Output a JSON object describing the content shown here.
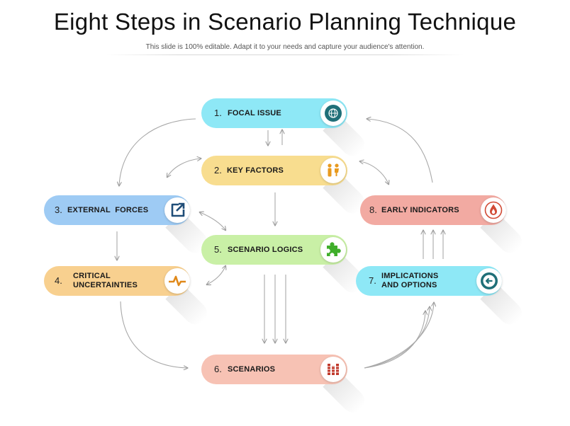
{
  "title": "Eight Steps in Scenario Planning Technique",
  "subtitle": "This slide is 100% editable. Adapt it to your needs and capture your audience's attention.",
  "steps": [
    {
      "num": "1.",
      "label": "FOCAL ISSUE",
      "icon": "globe-icon",
      "color": "#8ee8f6"
    },
    {
      "num": "2.",
      "label": "KEY FACTORS",
      "icon": "people-icon",
      "color": "#f8dd8f"
    },
    {
      "num": "3.",
      "label": "EXTERNAL  FORCES",
      "icon": "external-link-icon",
      "color": "#9ecbf4"
    },
    {
      "num": "4.",
      "label_line1": "CRITICAL",
      "label_line2": "UNCERTAINTIES",
      "icon": "pulse-icon",
      "color": "#f8d08f"
    },
    {
      "num": "5.",
      "label": "SCENARIO LOGICS",
      "icon": "puzzle-icon",
      "color": "#c9f0a6"
    },
    {
      "num": "6.",
      "label": "SCENARIOS",
      "icon": "chart-icon",
      "color": "#f7c2b4"
    },
    {
      "num": "7.",
      "label_line1": "IMPLICATIONS",
      "label_line2": "AND OPTIONS",
      "icon": "back-arrow-icon",
      "color": "#8ee8f6"
    },
    {
      "num": "8.",
      "label": "EARLY INDICATORS",
      "icon": "flame-icon",
      "color": "#f2aaa2"
    }
  ]
}
